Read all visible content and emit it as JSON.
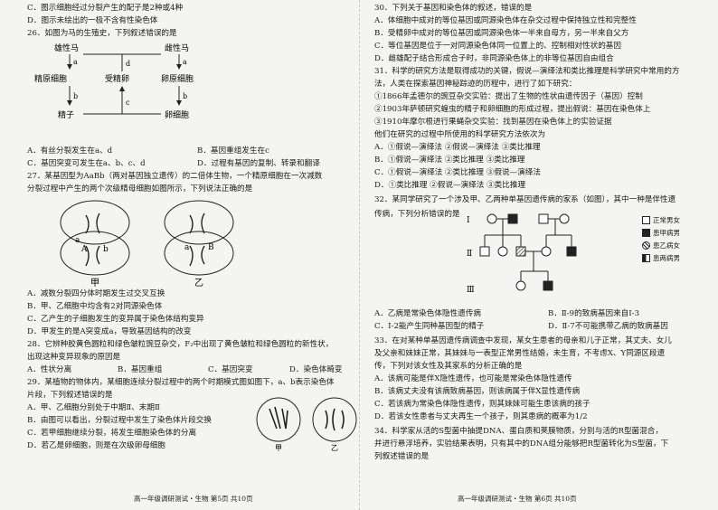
{
  "left": {
    "lines": [
      "C．图示细胞经过分裂产生的配子是2种或4种",
      "D．图示未绘出的一极不含有性染色体",
      "26．如图为马的生殖史，下列叙述错误的是",
      "A．有丝分裂发生在a、d",
      "B．基因重组发生在c",
      "C．基因突变可发生在a、b、c、d",
      "D．过程有基因的复制、转录和翻译",
      "27．某基因型为AaBb（两对基因独立遗传）的二倍体生物，一个精原细胞在一次减数",
      "分裂过程中产生的两个次级精母细胞如图所示，下列说法正确的是",
      "A．减数分裂四分体时期发生过交叉互换",
      "B．甲、乙细胞中均含有2对同源染色体",
      "C．乙产生的子细胞发生的变异属于染色体结构变异",
      "D．甲发生的是A突变成a，导致基因结构的改变",
      "28．它辨种胶黄色圆粒和绿色皱粒豌豆杂交，F₂中出现了黄色皱粒和绿色圆粒的新性状，",
      "出现这种变异现象的原因是",
      "A．性状分离",
      "B．基因重组",
      "C．基因突变",
      "D．染色体畸变",
      "29．某植物的物体内，某细胞连续分裂过程中的两个时期模式图如图下，a、b表示染色体",
      "片段，下列叙述错误的是",
      "A．甲、乙细胞分别处于中期Ⅱ、末期Ⅱ",
      "B．由图可以看出，分裂过程中发生了染色体片段交换",
      "C．若甲细胞继续分裂，将发生细胞染色体的分离",
      "D．若乙是卵细胞，则是在次级卵母细胞"
    ],
    "diagram26": {
      "male": "雄性马",
      "female": "雌性马",
      "spermatogonium": "精原细胞",
      "zygote": "受精卵",
      "oogonium": "卵原细胞",
      "sperm": "精子",
      "egg": "卵细胞",
      "a": "a",
      "b": "b",
      "c": "c",
      "d": "d"
    },
    "fig27": {
      "jia": "甲",
      "yi": "乙",
      "A": "A",
      "a": "a",
      "B": "B",
      "b": "b"
    },
    "fig29": {
      "jia": "甲",
      "yi": "乙"
    },
    "footer": "高一年级调研测试・生物  第5页  共10页"
  },
  "right": {
    "lines": [
      "30．下列关于基因和染色体的叙述，错误的是",
      "A．体细胞中成对的等位基因或同源染色体在杂交过程中保持独立性和完整性",
      "B．受精卵中成对的等位基因或同源染色体一半来自母方，另一半来自父方",
      "C．等位基因是位于一对同源染色体同一位置上的、控制相对性状的基因",
      "D．雌雄配子结合形成合子时，非同源染色体上的非等位基因自由组合",
      "31．科学的研究方法是取得成功的关键，假说—演绎法和类比推理是科学研究中常用的方",
      "法，人类在探索基因神秘踪迹的历程中，进行了如下研究：",
      "①1866年孟德尔的豌豆杂交实验：提出了生物的性状由遗传因子（基因）控制",
      "②1903年萨顿研究蝗虫的精子和卵细胞的形成过程，提出假说：基因在染色体上",
      "③1910年摩尔根进行果蝇杂交实验：找到基因在染色体上的实验证据",
      "他们在研究的过程中所使用的科学研究方法依次为",
      "A．①假说—演绎法  ②假说—演绎法  ③类比推理",
      "B．①假说—演绎法  ②类比推理  ③类比推理",
      "C．①假说—演绎法  ②类比推理  ③假说—演绎法",
      "D．①类比推理  ②假说—演绎法  ③类比推理",
      "32．某同学研究了一个涉及甲、乙两种单基因遗传病的家系（如图），其中一种是伴性遗",
      "传病，下列分析错误的是",
      "A．乙病是常染色体隐性遗传病",
      "B．Ⅱ-9的致病基因来自Ⅰ-3",
      "C．Ⅰ-2能产生同种基因型的精子",
      "D．Ⅱ-7不可能携带乙病的致病基因",
      "33．在对某种单基因遗传病调查中发现，某女生患者的母亲和儿子正常，其丈夫、女儿",
      "及父亲和妹妹正常，其妹妹与一表型正常男性结婚，未生育，不考虑X、Y同源区段遗",
      "传，下列对该女性及其家系的分析正确的是",
      "A．该病可能是伴X隐性遗传，也可能是常染色体隐性遗传",
      "B．该病丈夫没有该病致病基因，则该病属于伴X显性遗传病",
      "C．若该病为常染色体隐性遗传，则其妹妹可能生患该病的孩子",
      "D．若该女性患者与丈夫再生一个孩子，则其患病的概率为1/2",
      "34．科学家从活的S型菌中抽提DNA、蛋白质和荚膜物质，分别与活的R型菌混合，",
      "并进行悬浮培养，实验结果表明，只有其中的DNA组分能够把R型菌转化为S型菌，下",
      "列叙述错误的是"
    ],
    "pedigree": {
      "gen1": "Ⅰ",
      "gen2": "Ⅱ",
      "gen3": "Ⅲ",
      "legend": [
        "正常男女",
        "患甲病男",
        "患乙病女",
        "患两病男"
      ]
    },
    "footer": "高一年级调研测试・生物  第6页  共10页"
  }
}
